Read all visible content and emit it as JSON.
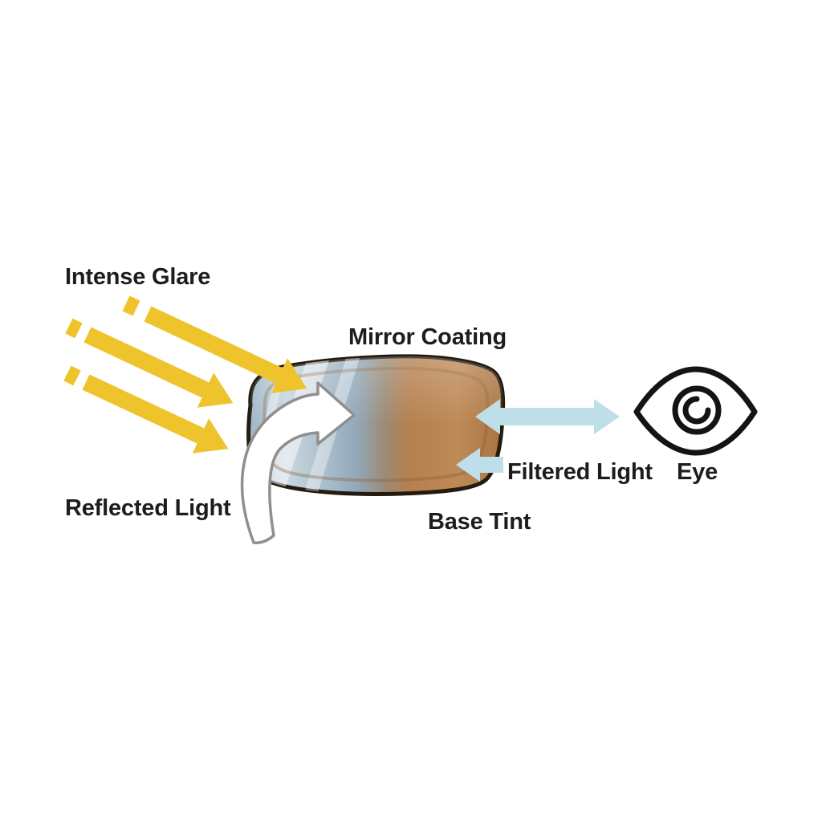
{
  "diagram": {
    "subject": "mirrored-sunglass-lens-light-path",
    "labels": {
      "intense_glare": "Intense Glare",
      "mirror_coating": "Mirror Coating",
      "base_tint": "Base Tint",
      "reflected_light": "Reflected Light",
      "filtered_light": "Filtered Light",
      "eye": "Eye"
    },
    "colors": {
      "background": "#FFFFFF",
      "text": "#1D1D1F",
      "glare_arrow": "#EEC32B",
      "filtered_arrow": "#BEDFEA",
      "lens_outline": "#241B10",
      "lens_mirror": "#9CB3C5",
      "lens_mirror_light": "#C9D8E1",
      "lens_mirror_deep": "#92A9BB",
      "lens_blend": "#9C8A74",
      "lens_tint": "#B5804E",
      "lens_tint_light": "#BE8A57",
      "lens_tint_dark": "#A97442",
      "lens_inner_edge": "#8A5F35",
      "reflected_arrow_fill": "#FFFFFF",
      "reflected_arrow_outline": "#8F8F8F",
      "eye_outline": "#141414"
    }
  }
}
